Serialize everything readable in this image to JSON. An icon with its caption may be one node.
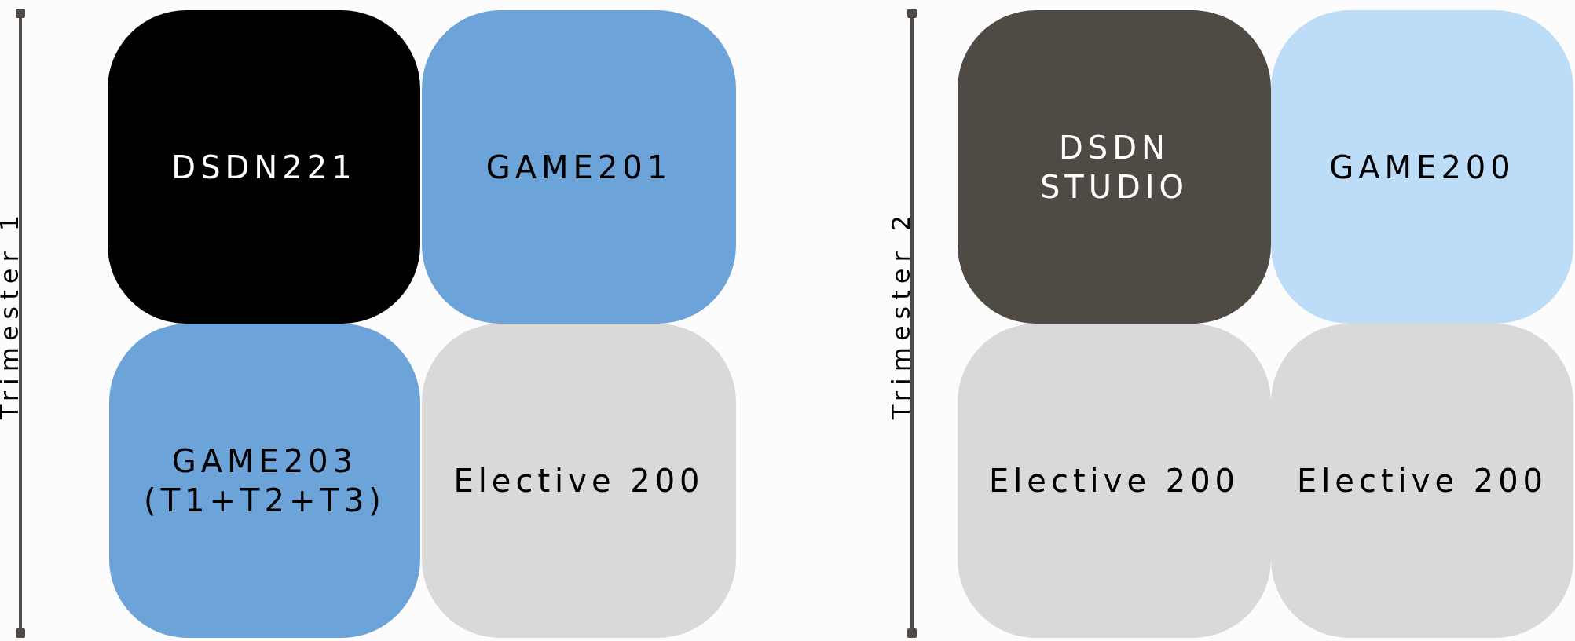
{
  "diagram": {
    "nodes": [
      {
        "text": [
          "DSDN221"
        ]
      },
      {
        "text": [
          "GAME201"
        ]
      },
      {
        "text": [
          "GAME203 (T1+T2+T3)"
        ]
      },
      {
        "text": [
          "Elective 200"
        ]
      },
      {
        "text": [
          "DSDN STUDIO"
        ]
      },
      {
        "text": [
          "GAME200"
        ]
      },
      {
        "text": [
          "Elective 200"
        ]
      },
      {
        "text": [
          "Elective 200"
        ]
      }
    ],
    "labels": [
      "Trimester 1",
      "Trimester 2"
    ]
  }
}
